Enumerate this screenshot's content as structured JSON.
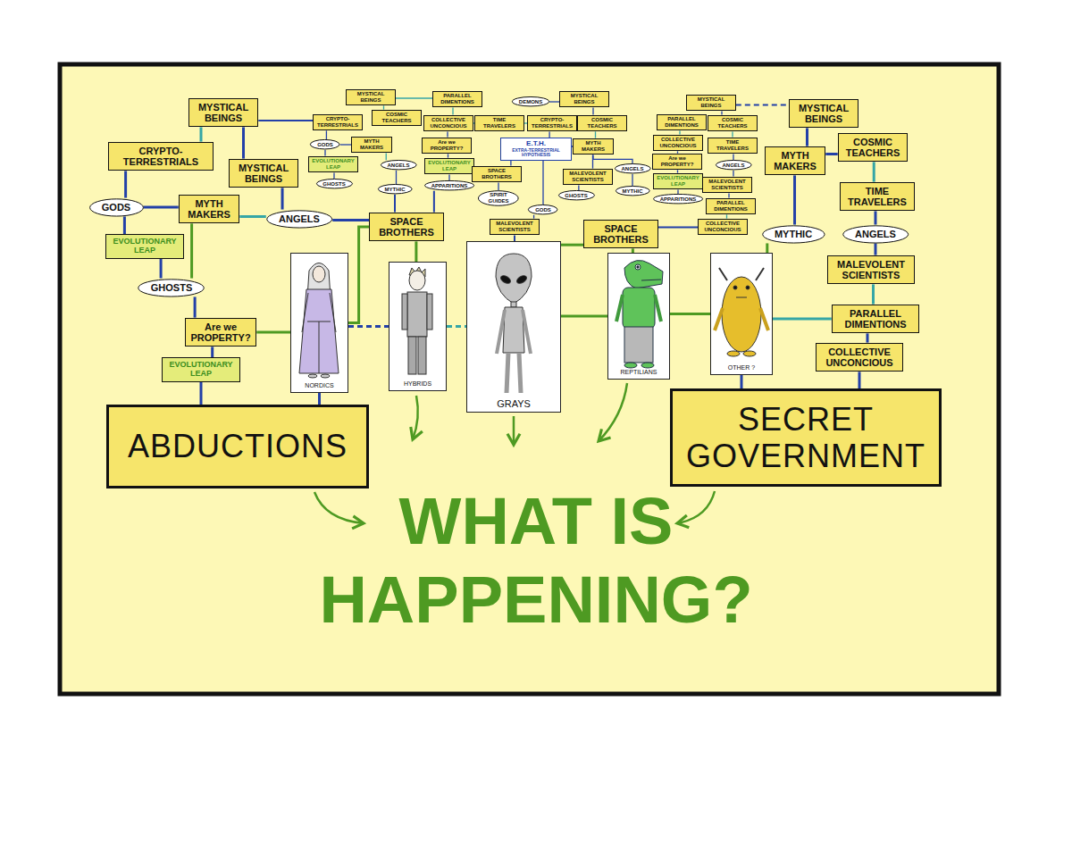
{
  "diagram": {
    "title": "WHAT IS HAPPENING?",
    "nodes": [
      {
        "text": [
          "MYSTICAL BEINGS"
        ]
      },
      {
        "text": [
          "CRYPTO-TERRESTRIALS"
        ]
      },
      {
        "text": [
          "MYSTICAL BEINGS"
        ]
      },
      {
        "text": [
          "GODS"
        ]
      },
      {
        "text": [
          "MYTH MAKERS"
        ]
      },
      {
        "text": [
          "ANGELS"
        ]
      },
      {
        "text": [
          "EVOLUTIONARY LEAP"
        ]
      },
      {
        "text": [
          "GHOSTS"
        ]
      },
      {
        "text": [
          "Are we PROPERTY?"
        ]
      },
      {
        "text": [
          "EVOLUTIONARY LEAP"
        ]
      },
      {
        "text": [
          "MYSTICAL BEINGS"
        ]
      },
      {
        "text": [
          "CRYPTO-TERRESTRIALS"
        ]
      },
      {
        "text": [
          "COSMIC TEACHERS"
        ]
      },
      {
        "text": [
          "GODS"
        ]
      },
      {
        "text": [
          "MYTH MAKERS"
        ]
      },
      {
        "text": [
          "EVOLUTIONARY LEAP"
        ]
      },
      {
        "text": [
          "ANGELS"
        ]
      },
      {
        "text": [
          "GHOSTS"
        ]
      },
      {
        "text": [
          "MYTHIC"
        ]
      },
      {
        "text": [
          "PARALLEL DIMENTIONS"
        ]
      },
      {
        "text": [
          "DEMONS"
        ]
      },
      {
        "text": [
          "MYSTICAL BEINGS"
        ]
      },
      {
        "text": [
          "COLLECTIVE UNCONCIOUS"
        ]
      },
      {
        "text": [
          "TIME TRAVELERS"
        ]
      },
      {
        "text": [
          "CRYPTO-TERRESTRIALS"
        ]
      },
      {
        "text": [
          "COSMIC TEACHERS"
        ]
      },
      {
        "text": [
          "Are we PROPERTY?"
        ]
      },
      {
        "text": [
          "E.T.H.",
          "EXTRA-TERRESTRIAL HYPOTHESIS"
        ]
      },
      {
        "text": [
          "MYTH MAKERS"
        ]
      },
      {
        "text": [
          "EVOLUTIONARY LEAP"
        ]
      },
      {
        "text": [
          "SPACE BROTHERS"
        ]
      },
      {
        "text": [
          "ANGELS"
        ]
      },
      {
        "text": [
          "MALEVOLENT SCIENTISTS"
        ]
      },
      {
        "text": [
          "APPARITIONS"
        ]
      },
      {
        "text": [
          "SPIRIT GUIDES"
        ]
      },
      {
        "text": [
          "GHOSTS"
        ]
      },
      {
        "text": [
          "MYTHIC"
        ]
      },
      {
        "text": [
          "GODS"
        ]
      },
      {
        "text": [
          "MALEVOLENT SCIENTISTS"
        ]
      },
      {
        "text": [
          "MYSTICAL BEINGS"
        ]
      },
      {
        "text": [
          "PARALLEL DIMENTIONS"
        ]
      },
      {
        "text": [
          "COSMIC TEACHERS"
        ]
      },
      {
        "text": [
          "COLLECTIVE UNCONCIOUS"
        ]
      },
      {
        "text": [
          "TIME TRAVELERS"
        ]
      },
      {
        "text": [
          "Are we PROPERTY?"
        ]
      },
      {
        "text": [
          "ANGELS"
        ]
      },
      {
        "text": [
          "EVOLUTIONARY LEAP"
        ]
      },
      {
        "text": [
          "MALEVOLENT SCIENTISTS"
        ]
      },
      {
        "text": [
          "APPARITIONS"
        ]
      },
      {
        "text": [
          "PARALLEL DIMENTIONS"
        ]
      },
      {
        "text": [
          "COLLECTIVE UNCONCIOUS"
        ]
      },
      {
        "text": [
          "MYSTICAL BEINGS"
        ]
      },
      {
        "text": [
          "MYTH MAKERS"
        ]
      },
      {
        "text": [
          "COSMIC TEACHERS"
        ]
      },
      {
        "text": [
          "TIME TRAVELERS"
        ]
      },
      {
        "text": [
          "MYTHIC"
        ]
      },
      {
        "text": [
          "ANGELS"
        ]
      },
      {
        "text": [
          "MALEVOLENT SCIENTISTS"
        ]
      },
      {
        "text": [
          "PARALLEL DIMENTIONS"
        ]
      },
      {
        "text": [
          "COLLECTIVE UNCONCIOUS"
        ]
      },
      {
        "text": [
          "SPACE BROTHERS"
        ]
      },
      {
        "text": [
          "SPACE BROTHERS"
        ]
      },
      {
        "text": [
          "NORDICS"
        ]
      },
      {
        "text": [
          "HYBRIDS"
        ]
      },
      {
        "text": [
          "GRAYS"
        ]
      },
      {
        "text": [
          "REPTILIANS"
        ]
      },
      {
        "text": [
          "OTHER ?"
        ]
      },
      {
        "text": [
          "ABDUCTIONS"
        ]
      },
      {
        "text": [
          "SECRET GOVERNMENT"
        ]
      }
    ],
    "edges": [
      {
        "from": 0,
        "to": 2,
        "arrow": "none"
      },
      {
        "from": 1,
        "to": 0,
        "arrow": "none"
      },
      {
        "from": 1,
        "to": 3,
        "arrow": "none"
      },
      {
        "from": 3,
        "to": 4,
        "arrow": "none"
      },
      {
        "from": 4,
        "to": 5,
        "arrow": "none"
      },
      {
        "from": 3,
        "to": 6,
        "arrow": "none"
      },
      {
        "from": 6,
        "to": 7,
        "arrow": "none"
      },
      {
        "from": 7,
        "to": 8,
        "arrow": "none"
      },
      {
        "from": 8,
        "to": 9,
        "arrow": "none"
      },
      {
        "from": 4,
        "to": 7,
        "arrow": "none"
      },
      {
        "from": 2,
        "to": 5,
        "arrow": "none"
      },
      {
        "from": 8,
        "to": 62,
        "arrow": "none"
      },
      {
        "from": 5,
        "to": 60,
        "arrow": "none"
      },
      {
        "from": 9,
        "to": 67,
        "arrow": "none"
      },
      {
        "from": 0,
        "to": 11,
        "arrow": "none"
      },
      {
        "from": 10,
        "to": 12,
        "arrow": "none"
      },
      {
        "from": 11,
        "to": 13,
        "arrow": "none"
      },
      {
        "from": 13,
        "to": 14,
        "arrow": "none"
      },
      {
        "from": 14,
        "to": 16,
        "arrow": "none"
      },
      {
        "from": 13,
        "to": 15,
        "arrow": "none"
      },
      {
        "from": 15,
        "to": 17,
        "arrow": "none"
      },
      {
        "from": 16,
        "to": 18,
        "arrow": "none"
      },
      {
        "from": 18,
        "to": 60,
        "arrow": "none"
      },
      {
        "from": 10,
        "to": 19,
        "arrow": "none"
      },
      {
        "from": 19,
        "to": 22,
        "arrow": "none"
      },
      {
        "from": 22,
        "to": 26,
        "arrow": "none"
      },
      {
        "from": 26,
        "to": 29,
        "arrow": "none"
      },
      {
        "from": 29,
        "to": 33,
        "arrow": "none"
      },
      {
        "from": 20,
        "to": 21,
        "arrow": "none"
      },
      {
        "from": 21,
        "to": 25,
        "arrow": "none"
      },
      {
        "from": 24,
        "to": 27,
        "arrow": "none"
      },
      {
        "from": 27,
        "to": 30,
        "arrow": "none"
      },
      {
        "from": 27,
        "to": 28,
        "arrow": "none"
      },
      {
        "from": 25,
        "to": 28,
        "arrow": "none"
      },
      {
        "from": 28,
        "to": 32,
        "arrow": "none"
      },
      {
        "from": 31,
        "to": 36,
        "arrow": "none"
      },
      {
        "from": 32,
        "to": 35,
        "arrow": "none"
      },
      {
        "from": 30,
        "to": 34,
        "arrow": "none"
      },
      {
        "from": 27,
        "to": 37,
        "arrow": "none"
      },
      {
        "from": 37,
        "to": 38,
        "arrow": "none"
      },
      {
        "from": 38,
        "to": 64,
        "arrow": "none"
      },
      {
        "from": 33,
        "to": 60,
        "arrow": "none"
      },
      {
        "from": 39,
        "to": 41,
        "arrow": "none"
      },
      {
        "from": 40,
        "to": 42,
        "arrow": "none"
      },
      {
        "from": 42,
        "to": 44,
        "arrow": "none"
      },
      {
        "from": 44,
        "to": 46,
        "arrow": "none"
      },
      {
        "from": 46,
        "to": 48,
        "arrow": "none"
      },
      {
        "from": 41,
        "to": 43,
        "arrow": "none"
      },
      {
        "from": 43,
        "to": 45,
        "arrow": "none"
      },
      {
        "from": 45,
        "to": 47,
        "arrow": "none"
      },
      {
        "from": 47,
        "to": 49,
        "arrow": "none"
      },
      {
        "from": 49,
        "to": 50,
        "arrow": "none"
      },
      {
        "from": 50,
        "to": 61,
        "arrow": "none"
      },
      {
        "from": 39,
        "to": 51,
        "arrow": "none"
      },
      {
        "from": 51,
        "to": 52,
        "arrow": "none"
      },
      {
        "from": 52,
        "to": 53,
        "arrow": "none"
      },
      {
        "from": 53,
        "to": 54,
        "arrow": "none"
      },
      {
        "from": 52,
        "to": 55,
        "arrow": "none"
      },
      {
        "from": 54,
        "to": 56,
        "arrow": "none"
      },
      {
        "from": 56,
        "to": 57,
        "arrow": "none"
      },
      {
        "from": 57,
        "to": 58,
        "arrow": "none"
      },
      {
        "from": 58,
        "to": 59,
        "arrow": "none"
      },
      {
        "from": 59,
        "to": 68,
        "arrow": "none"
      },
      {
        "from": 55,
        "to": 66,
        "arrow": "none"
      },
      {
        "from": 66,
        "to": 68,
        "arrow": "none"
      },
      {
        "from": 66,
        "to": 58,
        "arrow": "none"
      },
      {
        "from": 60,
        "to": 62,
        "arrow": "none"
      },
      {
        "from": 60,
        "to": 63,
        "arrow": "none"
      },
      {
        "from": 61,
        "to": 65,
        "arrow": "none"
      },
      {
        "from": 61,
        "to": 64,
        "arrow": "none"
      },
      {
        "from": 62,
        "to": 67,
        "arrow": "none"
      },
      {
        "from": 62,
        "to": 63,
        "arrow": "none"
      },
      {
        "from": 63,
        "to": 64,
        "arrow": "none"
      },
      {
        "from": 64,
        "to": 65,
        "arrow": "none"
      },
      {
        "from": 65,
        "to": 66,
        "arrow": "none"
      },
      {
        "from": 22,
        "to": 23,
        "arrow": "none"
      },
      {
        "from": 23,
        "to": 24,
        "arrow": "none"
      },
      {
        "from": 28,
        "to": 31,
        "arrow": "none"
      }
    ]
  }
}
